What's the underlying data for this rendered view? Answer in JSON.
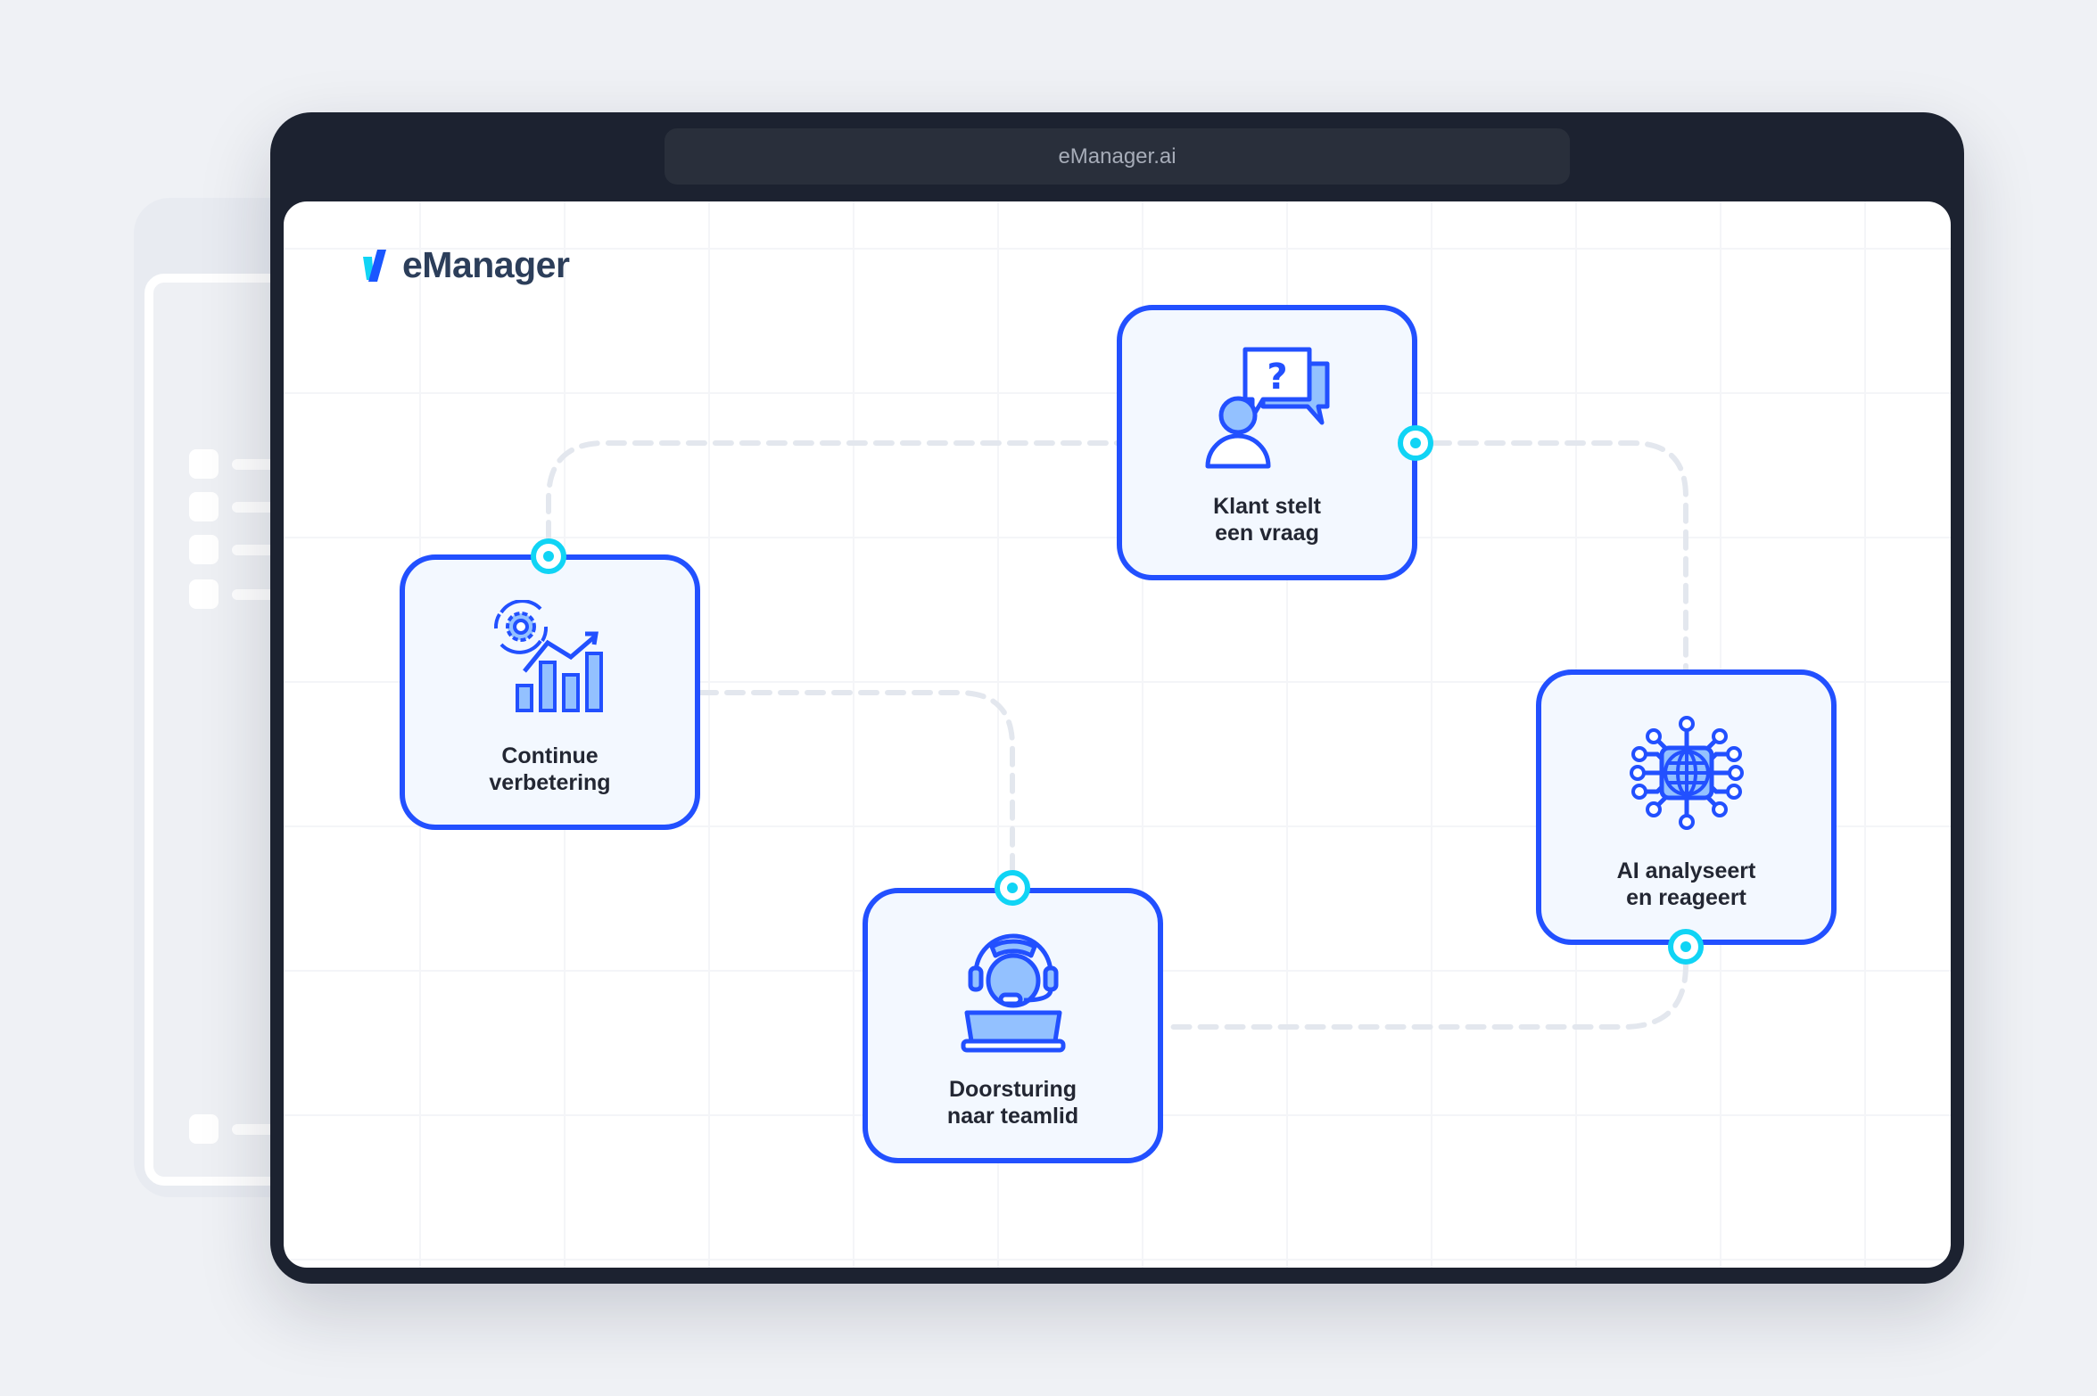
{
  "browser": {
    "url": "eManager.ai",
    "dots": [
      "#f87171",
      "#f2d28c",
      "#86e08a"
    ]
  },
  "logo": {
    "text": "eManager"
  },
  "colors": {
    "accent": "#2250ff",
    "connector": "#10d4f5",
    "card_fill": "#f3f8ff",
    "icon_fill": "#93c1ff"
  },
  "steps": [
    {
      "icon": "customer-question-icon",
      "line1": "Klant stelt",
      "line2": "een vraag"
    },
    {
      "icon": "ai-globe-chip-icon",
      "line1": "AI analyseert",
      "line2": "en reageert"
    },
    {
      "icon": "support-agent-icon",
      "line1": "Doorsturing",
      "line2": "naar teamlid"
    },
    {
      "icon": "continuous-improvement-icon",
      "line1": "Continue",
      "line2": "verbetering"
    }
  ]
}
